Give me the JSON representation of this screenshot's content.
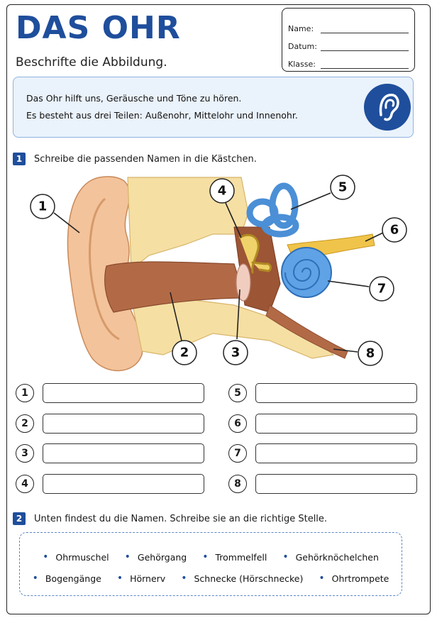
{
  "header": {
    "title": "DAS OHR",
    "subtitle": "Beschrifte die Abbildung.",
    "fields": [
      {
        "label": "Name:"
      },
      {
        "label": "Datum:"
      },
      {
        "label": "Klasse:"
      }
    ]
  },
  "intro": {
    "line1": "Das Ohr hilft uns, Geräusche und Töne zu hören.",
    "line2": "Es besteht aus drei Teilen: Außenohr, Mittelohr und Innenohr.",
    "icon": "ear-icon"
  },
  "task1": {
    "number": "1",
    "instruction": "Schreibe die passenden Namen in die Kästchen."
  },
  "callouts": [
    "1",
    "2",
    "3",
    "4",
    "5",
    "6",
    "7",
    "8"
  ],
  "answers": [
    "1",
    "2",
    "3",
    "4",
    "5",
    "6",
    "7",
    "8"
  ],
  "task2": {
    "number": "2",
    "instruction": "Unten findest du die Namen. Schreibe sie an die richtige Stelle."
  },
  "wordbank": {
    "row1": [
      "Ohrmuschel",
      "Gehörgang",
      "Trommelfell",
      "Gehörknöchelchen"
    ],
    "row2": [
      "Bogengänge",
      "Hörnerv",
      "Schnecke (Hörschnecke)",
      "Ohrtrompete"
    ]
  },
  "colors": {
    "accent": "#1f4e9c",
    "intro_bg": "#eaf2fb"
  }
}
